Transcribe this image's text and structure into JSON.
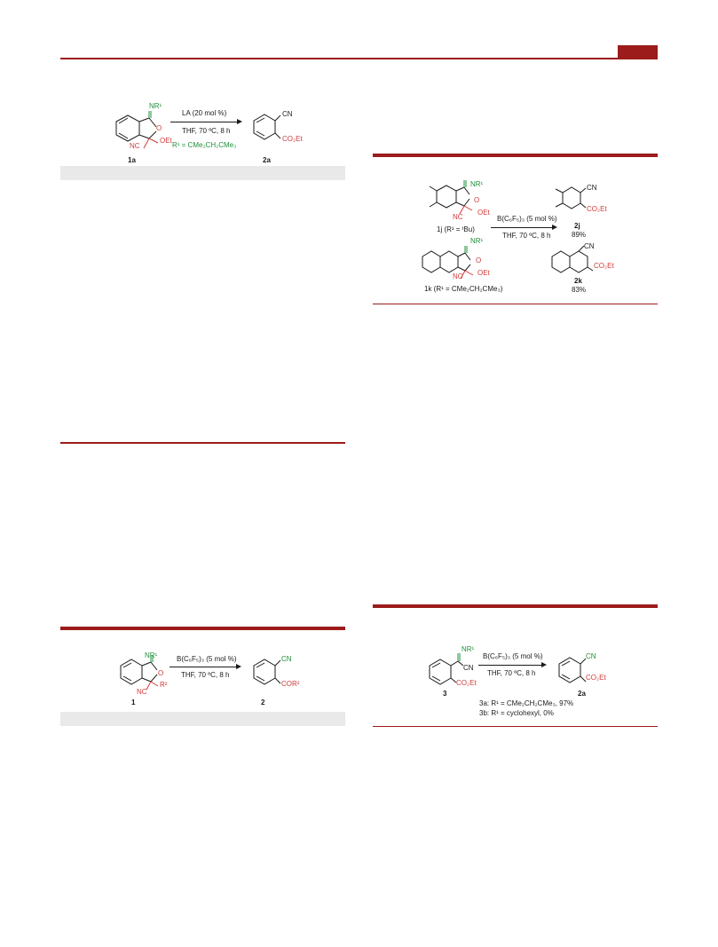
{
  "header": {
    "accent": "#9c1b1b"
  },
  "scheme1": {
    "conditions_top": "LA (20 mol %)",
    "conditions_bottom": "THF, 70 ºC, 8 h",
    "r_note": "R¹ = CMe₂CH₂CMe₃",
    "substrate_label": "1a",
    "product_label": "2a",
    "sm_nr": "NR¹",
    "sm_o": "O",
    "sm_oet": "OEt",
    "sm_nc": "NC",
    "p_cn": "CN",
    "p_co2et": "CO₂Et"
  },
  "scheme2": {
    "conditions_top": "B(C₆F₅)₃ (5 mol %)",
    "conditions_bottom": "THF, 70 ºC, 8 h",
    "sm1_label": "1j (R¹ = ᵗBu)",
    "sm2_label": "1k (R¹ = CMe₂CH₂CMe₃)",
    "p1_label": "2j",
    "p1_yield": "89%",
    "p2_label": "2k",
    "p2_yield": "83%",
    "sm_nr": "NR¹",
    "sm_o": "O",
    "sm_oet": "OEt",
    "sm_nc": "NC",
    "p_cn": "CN",
    "p_co2et": "CO₂Et"
  },
  "scheme3": {
    "conditions_top": "B(C₆F₅)₃ (5 mol %)",
    "conditions_bottom": "THF, 70 ºC, 8 h",
    "substrate_label": "1",
    "product_label": "2",
    "sm_nr": "NR¹",
    "sm_o": "O",
    "sm_r2": "R²",
    "sm_nc": "NC",
    "p_cn": "CN",
    "p_cor": "COR²"
  },
  "scheme4": {
    "conditions_top": "B(C₆F₅)₃ (5 mol %)",
    "conditions_bottom": "THF, 70 ºC, 8 h",
    "substrate_label": "3",
    "product_label": "2a",
    "note_a": "3a: R¹ = CMe₂CH₂CMe₃, 97%",
    "note_b": "3b: R¹ = cyclohexyl, 0%",
    "sm_nr": "NR¹",
    "sm_cn": "CN",
    "sm_co2et": "CO₂Et",
    "p_cn": "CN",
    "p_co2et": "CO₂Et"
  }
}
